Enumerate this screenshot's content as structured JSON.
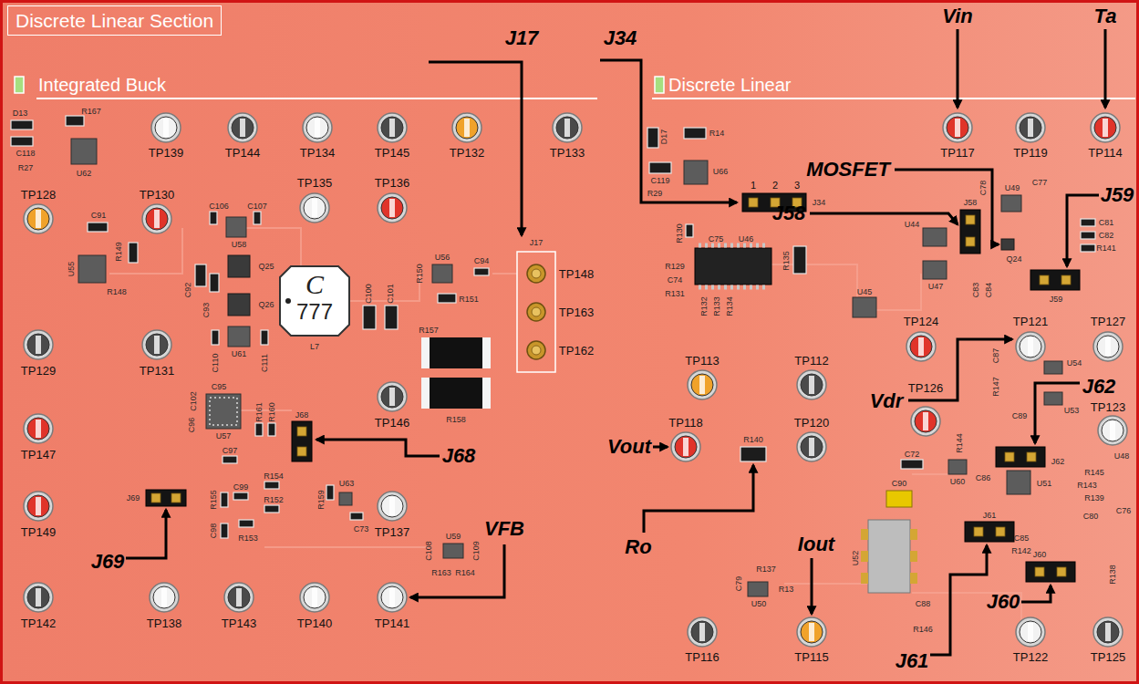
{
  "diagram": {
    "title": "Discrete Linear Section",
    "labels": [
      "Integrated Buck",
      "Discrete Linear",
      "J17",
      "J34",
      "Vin",
      "Ta",
      "MOSFET",
      "J58",
      "J59",
      "Vdr",
      "J62",
      "J68",
      "J69",
      "VFB",
      "Vout",
      "Ro",
      "Iout",
      "J61",
      "J60",
      "TP139",
      "TP144",
      "TP134",
      "TP145",
      "TP132",
      "TP133",
      "TP128",
      "TP130",
      "TP135",
      "TP136",
      "TP129",
      "TP131",
      "TP147",
      "TP149",
      "TP142",
      "TP138",
      "TP143",
      "TP140",
      "TP141",
      "TP146",
      "TP137",
      "TP148",
      "TP163",
      "TP162",
      "TP117",
      "TP119",
      "TP114",
      "TP124",
      "TP121",
      "TP127",
      "TP113",
      "TP112",
      "TP126",
      "TP123",
      "TP118",
      "TP120",
      "TP116",
      "TP115",
      "TP122",
      "TP125",
      "D13",
      "R167",
      "C118",
      "R27",
      "U62",
      "C91",
      "R149",
      "U55",
      "R148",
      "C106",
      "C107",
      "U58",
      "Q25",
      "Q26",
      "C92",
      "C93",
      "U61",
      "C110",
      "C111",
      "C",
      "777",
      "L7",
      "C100",
      "C101",
      "U56",
      "R150",
      "C94",
      "R151",
      "R157",
      "R158",
      "J17",
      "C102",
      "C95",
      "C96",
      "U57",
      "R161",
      "R160",
      "C97",
      "J68",
      "R155",
      "C99",
      "R154",
      "R152",
      "C98",
      "R153",
      "R159",
      "U63",
      "C73",
      "J69",
      "C108",
      "U59",
      "C109",
      "R164",
      "R163",
      "D17",
      "R14",
      "C119",
      "U66",
      "R29",
      "1",
      "2",
      "3",
      "J34",
      "R130",
      "C75",
      "U46",
      "R129",
      "C74",
      "R131",
      "R135",
      "R132",
      "R133",
      "R134",
      "R140",
      "C78",
      "U49",
      "C77",
      "J58",
      "U44",
      "Q24",
      "C81",
      "C82",
      "R141",
      "U47",
      "C83",
      "C84",
      "J59",
      "U45",
      "C87",
      "R147",
      "U54",
      "U53",
      "C89",
      "R144",
      "C72",
      "U60",
      "C86",
      "U51",
      "J62",
      "U48",
      "R145",
      "R143",
      "R139",
      "C76",
      "C90",
      "U52",
      "J61",
      "C85",
      "R142",
      "C80",
      "R138",
      "J60",
      "C88",
      "R146",
      "R137",
      "C79",
      "U50",
      "R13"
    ]
  }
}
